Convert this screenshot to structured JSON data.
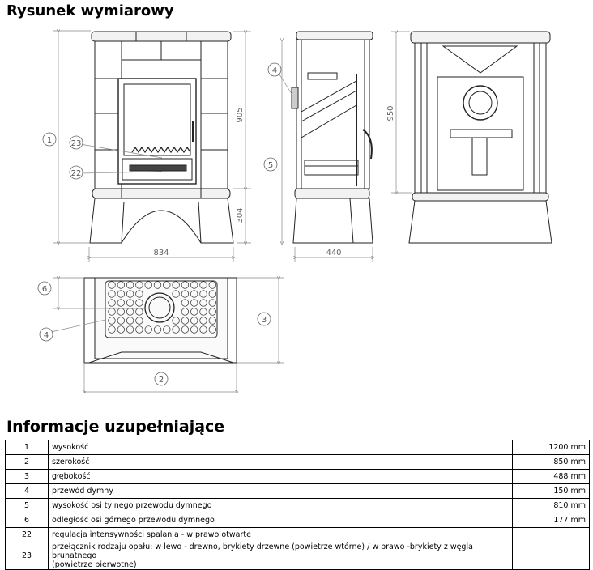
{
  "headings": {
    "drawing": "Rysunek wymiarowy",
    "info": "Informacje uzupełniające"
  },
  "dimensions": {
    "width": "834",
    "depth": "440",
    "height_upper": "905",
    "height_lower": "304",
    "height_back": "950"
  },
  "callouts": [
    "1",
    "23",
    "22",
    "4",
    "5",
    "6",
    "3",
    "2"
  ],
  "table": [
    {
      "no": "1",
      "desc": "wysokość",
      "value": "1200 mm"
    },
    {
      "no": "2",
      "desc": "szerokość",
      "value": "850 mm"
    },
    {
      "no": "3",
      "desc": "głębokość",
      "value": "488 mm"
    },
    {
      "no": "4",
      "desc": "przewód dymny",
      "value": "150 mm"
    },
    {
      "no": "5",
      "desc": "wysokość osi tylnego przewodu dymnego",
      "value": "810 mm"
    },
    {
      "no": "6",
      "desc": "odległość osi górnego przewodu dymnego",
      "value": "177 mm"
    },
    {
      "no": "22",
      "desc": "regulacja intensywności spalania - w prawo otwarte",
      "value": ""
    },
    {
      "no": "23",
      "desc": "przełącznik rodzaju opału: w lewo - drewno, brykiety drzewne (powietrze wtórne) / w prawo -brykiety z węgla brunatnego",
      "desc2": "(powietrze pierwotne)",
      "value": ""
    }
  ]
}
